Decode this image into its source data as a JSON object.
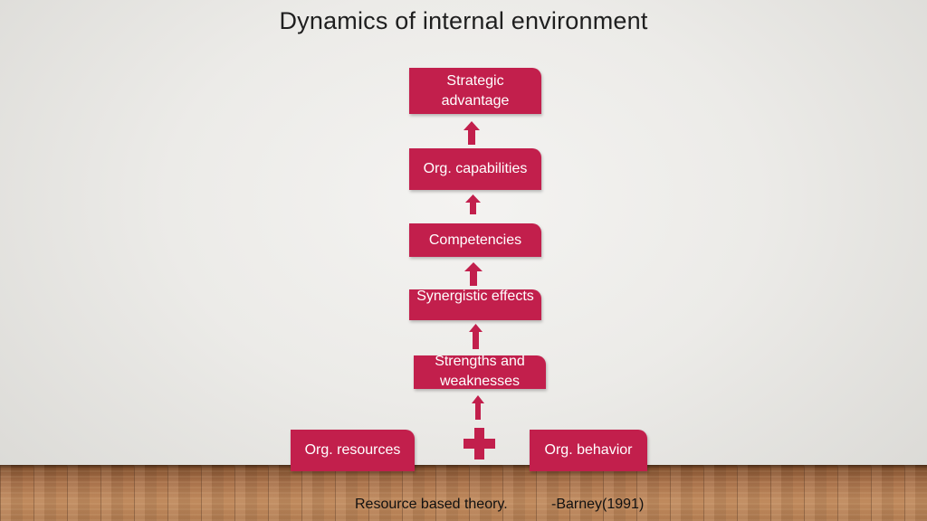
{
  "title": "Dynamics of internal environment",
  "nodes": {
    "strategic": "Strategic advantage",
    "capabilities": "Org. capabilities",
    "competencies": "Competencies",
    "synergistic": "Synergistic effects",
    "strengths": "Strengths and weaknesses",
    "resources": "Org. resources",
    "behavior": "Org. behavior"
  },
  "footer": {
    "theory": "Resource based theory.",
    "citation": "-Barney(1991)"
  },
  "colors": {
    "node": "#c21f4c",
    "node_text": "#ffffff"
  },
  "icons": {
    "arrow": "up-arrow-icon",
    "plus": "plus-icon"
  }
}
